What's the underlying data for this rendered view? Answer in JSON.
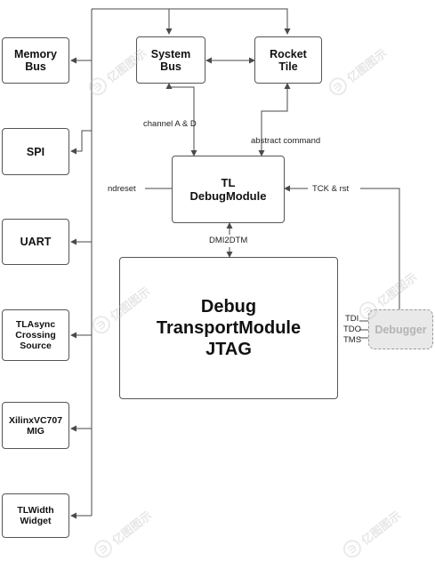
{
  "boxes": {
    "memory_bus": "Memory\nBus",
    "spi": "SPI",
    "uart": "UART",
    "tlasync": "TLAsync\nCrossing\nSource",
    "xilinx": "XilinxVC707\nMIG",
    "tlwidth": "TLWidth\nWidget",
    "system_bus": "System\nBus",
    "rocket_tile": "Rocket\nTile",
    "debug_module": "TL\nDebugModule",
    "transport_module": "Debug\nTransportModule\nJTAG",
    "debugger": "Debugger"
  },
  "labels": {
    "channel": "channel A & D",
    "abstract": "abstract command",
    "ndreset": "ndreset",
    "tck": "TCK & rst",
    "dmi": "DMI2DTM",
    "tdi": "TDI",
    "tdo": "TDO",
    "tms": "TMS"
  },
  "watermark": {
    "text": "亿图图示",
    "logo": "∋"
  }
}
